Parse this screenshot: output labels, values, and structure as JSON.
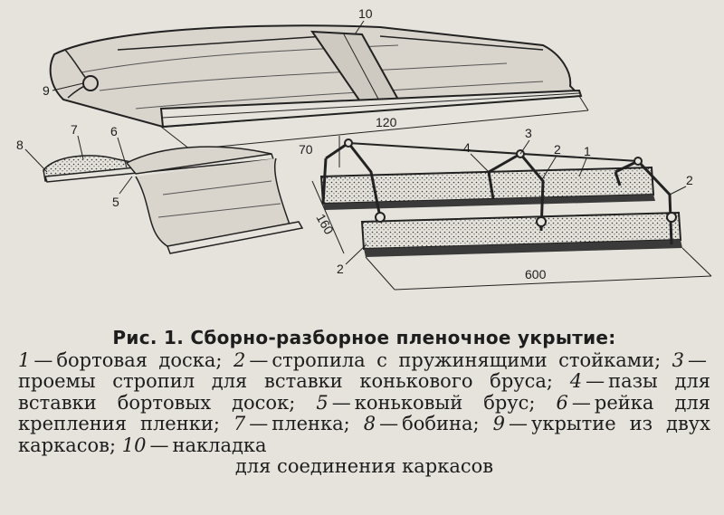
{
  "figure": {
    "labels": {
      "l1": "1",
      "l2a": "2",
      "l2b": "2",
      "l2c": "2",
      "l3": "3",
      "l4": "4",
      "l5": "5",
      "l6": "6",
      "l7": "7",
      "l8": "8",
      "l9": "9",
      "l10": "10"
    },
    "dimensions": {
      "length_cover": "120",
      "height": "70",
      "width": "160",
      "length_frame": "600"
    }
  },
  "caption": {
    "title": "Рис. 1. Сборно-разборное пленочное укрытие:",
    "items": [
      {
        "num": "1",
        "text": "бортовая доска;"
      },
      {
        "num": "2",
        "text": "стропила с пружинящими стойками;"
      },
      {
        "num": "3",
        "text": "проемы стропил для вставки конькового бруса;"
      },
      {
        "num": "4",
        "text": "пазы для вставки бортовых досок;"
      },
      {
        "num": "5",
        "text": "коньковый брус;"
      },
      {
        "num": "6",
        "text": "рейка для крепления пленки;"
      },
      {
        "num": "7",
        "text": "пленка;"
      },
      {
        "num": "8",
        "text": "бобина;"
      },
      {
        "num": "9",
        "text": "укрытие из двух каркасов;"
      },
      {
        "num": "10",
        "text": "накладка"
      }
    ],
    "last_line": "для соединения каркасов",
    "dash": "—"
  }
}
